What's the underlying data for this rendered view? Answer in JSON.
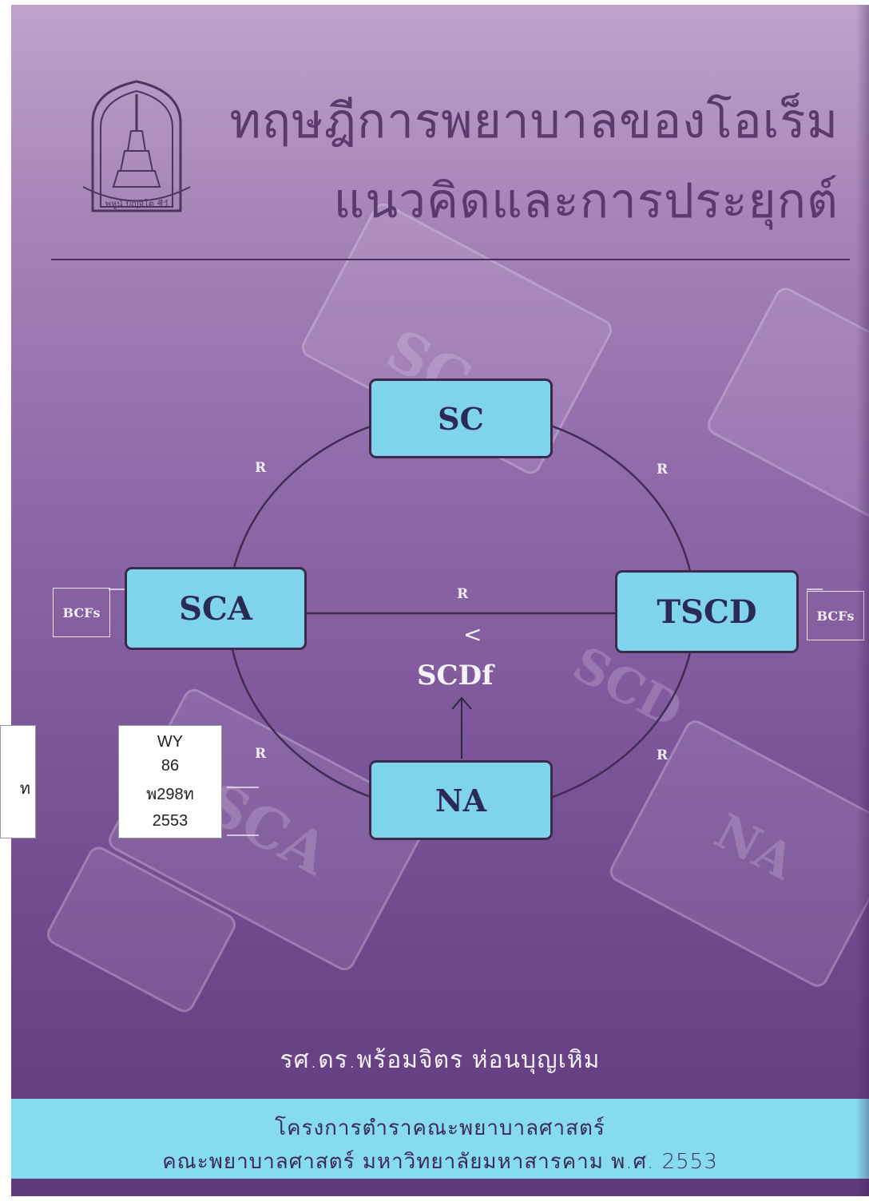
{
  "cover": {
    "title_line1": "ทฤษฎีการพยาบาลของโอเร็ม",
    "title_line2": "แนวคิดและการประยุกต์",
    "author": "รศ.ดร.พร้อมจิตร   ห่อนบุญเหิม",
    "publisher_line1": "โครงการตำราคณะพยาบาลศาสตร์",
    "publisher_line2": "คณะพยาบาลศาสตร์ มหาวิทยาลัยมหาสารคาม พ.ศ. 2553",
    "logo_inscription": "พหูนํ ปัญฺจิโต ชีวํ"
  },
  "diagram": {
    "nodes": {
      "top": "SC",
      "left": "SCA",
      "right": "TSCD",
      "bottom": "NA"
    },
    "relation_label": "R",
    "center_symbol": "<",
    "center_label": "SCDf",
    "side_label": "BCFs"
  },
  "call_number": [
    "WY",
    "86",
    "พ298ท",
    "2553"
  ],
  "spine_fragment": "ท",
  "colors": {
    "node_fill": "#7fd4ec",
    "band_fill": "#86dbef",
    "title_text": "#5a3a6e"
  }
}
